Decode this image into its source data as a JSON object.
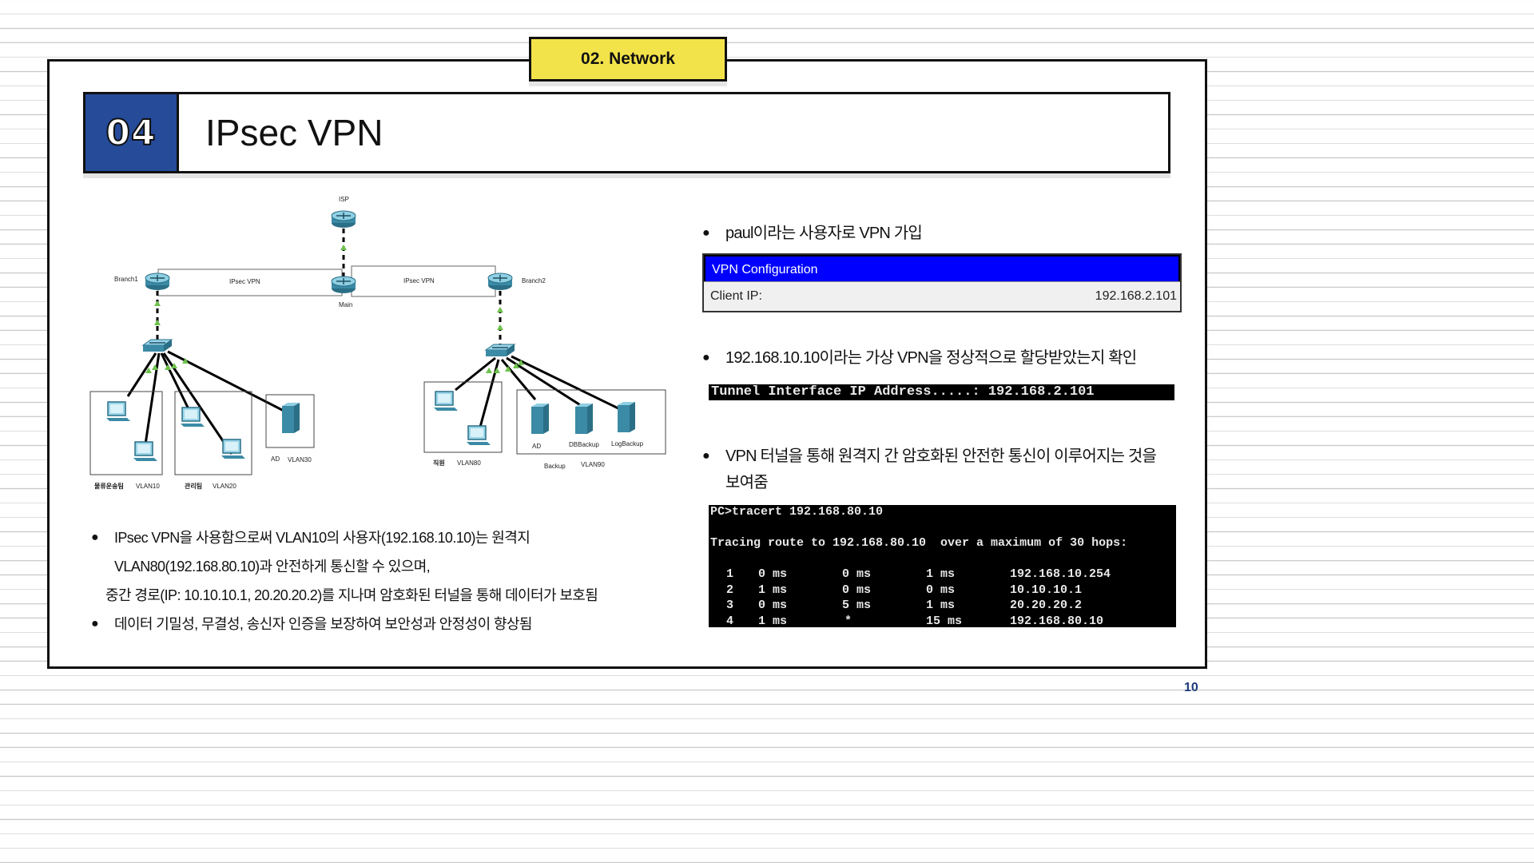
{
  "section_tag": "02. Network",
  "title": {
    "number": "04",
    "text": "IPsec VPN"
  },
  "diagram": {
    "isp": "ISP",
    "branch1": "Branch1",
    "branch2": "Branch2",
    "main": "Main",
    "tunnel_left": "IPsec VPN",
    "tunnel_right": "IPsec VPN",
    "dept1": "물류운송팀",
    "vlan10": "VLAN10",
    "dept2": "관리팀",
    "vlan20": "VLAN20",
    "ad1": "AD",
    "vlan30": "VLAN30",
    "dept3": "직원",
    "vlan80": "VLAN80",
    "ad2": "AD",
    "dbbackup": "DBBackup",
    "logbackup": "LogBackup",
    "backup": "Backup",
    "vlan90": "VLAN90"
  },
  "left_bullets": {
    "line1": "IPsec VPN을 사용함으로써 VLAN10의 사용자(192.168.10.10)는 원격지",
    "line2": "VLAN80(192.168.80.10)과 안전하게 통신할 수 있으며,",
    "line3": "중간 경로(IP: 10.10.10.1, 20.20.20.2)를 지나며 암호화된 터널을 통해 데이터가 보호됨",
    "line4": "데이터 기밀성, 무결성, 송신자 인증을 보장하여 보안성과 안정성이 향상됨",
    "bullet": "●"
  },
  "right": {
    "bullet1": "paul이라는 사용자로 VPN 가입",
    "vpn_config_title": "VPN Configuration",
    "client_ip_label": "Client IP:",
    "client_ip_value": "192.168.2.101",
    "bullet2": "192.168.10.10이라는 가상 VPN을 정상적으로 할당받았는지 확인",
    "tunnel_line": "Tunnel Interface IP Address.....: 192.168.2.101",
    "bullet3_line1": "VPN 터널을 통해 원격지 간 암호화된 안전한 통신이 이루어지는 것을",
    "bullet3_line2": "보여줌",
    "terminal": {
      "command": "PC>tracert 192.168.80.10",
      "header": "Tracing route to 192.168.80.10  over a maximum of 30 hops:",
      "hops": [
        {
          "n": "1",
          "t1": "0 ms",
          "t2": "0 ms",
          "t3": "1 ms",
          "ip": "192.168.10.254"
        },
        {
          "n": "2",
          "t1": "1 ms",
          "t2": "0 ms",
          "t3": "0 ms",
          "ip": "10.10.10.1"
        },
        {
          "n": "3",
          "t1": "0 ms",
          "t2": "5 ms",
          "t3": "1 ms",
          "ip": "20.20.20.2"
        },
        {
          "n": "4",
          "t1": "1 ms",
          "t2": "*",
          "t3": "15 ms",
          "ip": "192.168.80.10"
        }
      ]
    }
  },
  "page_number": "10",
  "colors": {
    "tag_yellow": "#f3e34a",
    "title_blue": "#254b99",
    "vpn_blue": "#0000ff",
    "page_num": "#1f3a7a"
  }
}
